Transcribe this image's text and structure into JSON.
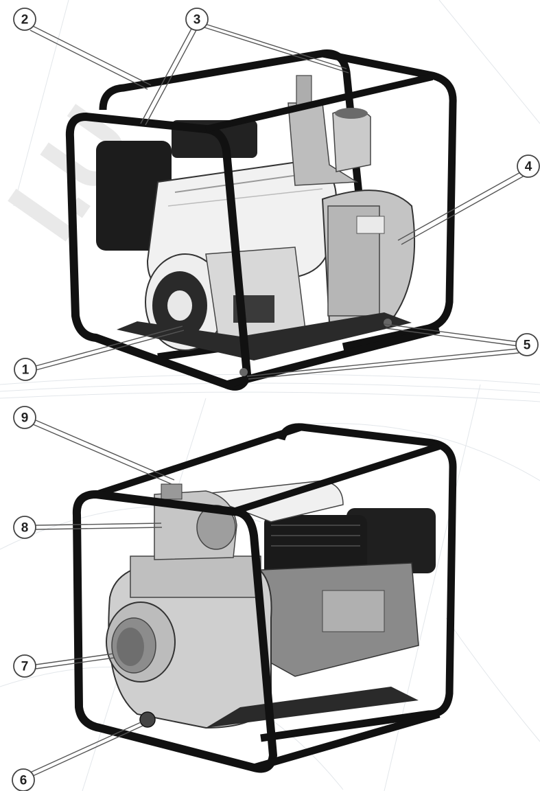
{
  "callouts": {
    "c1": "1",
    "c2": "2",
    "c3": "3",
    "c4": "4",
    "c5": "5",
    "c6": "6",
    "c7": "7",
    "c8": "8",
    "c9": "9"
  },
  "watermark_text": "I.U",
  "colors": {
    "frame": "#111111",
    "engine_black": "#1c1c1c",
    "aluminum": "#c8c8c8",
    "cover_white": "#f2f2f2",
    "leader": "#555555"
  }
}
